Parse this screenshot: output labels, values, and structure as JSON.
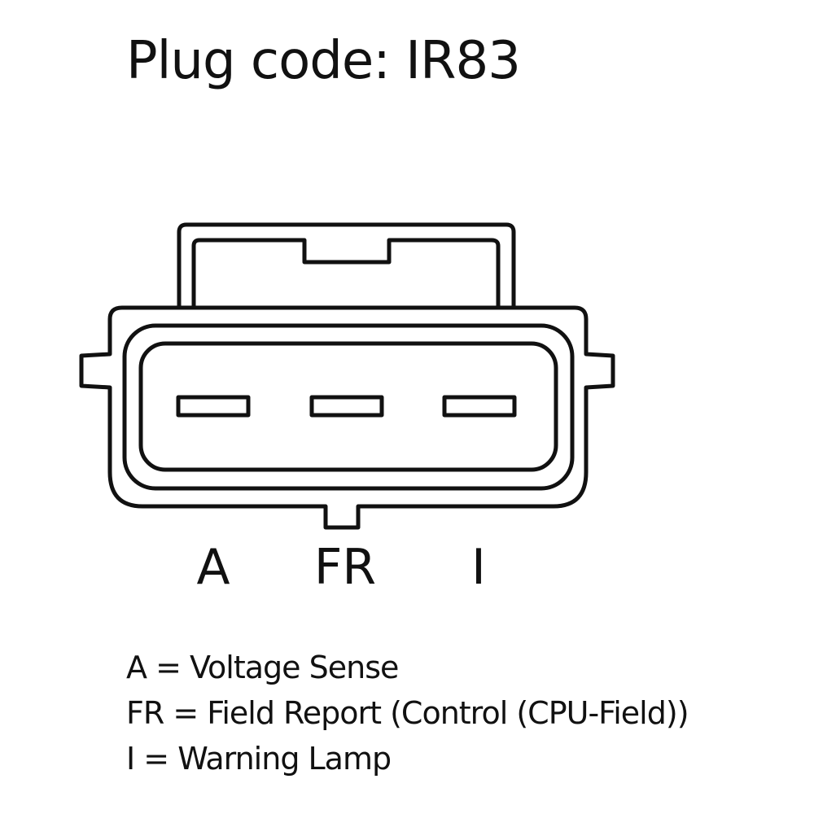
{
  "title": "Plug code: IR83",
  "pins": [
    {
      "code": "A"
    },
    {
      "code": "FR"
    },
    {
      "code": "I"
    }
  ],
  "legend": [
    "A = Voltage Sense",
    "FR = Field Report (Control (CPU-Field))",
    "I = Warning Lamp"
  ],
  "colors": {
    "stroke": "#111111",
    "background": "#ffffff"
  }
}
